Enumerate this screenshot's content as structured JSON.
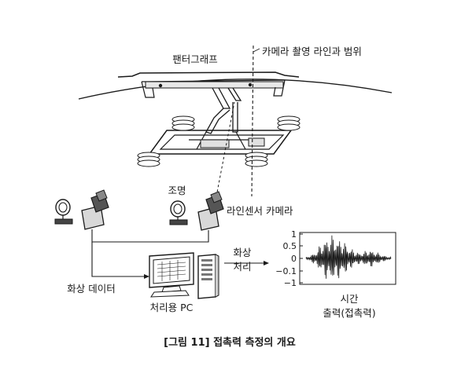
{
  "labels": {
    "pantograph": "팬터그래프",
    "camera_range": "카메라 촬영 라인과 범위",
    "lighting": "조명",
    "line_sensor_camera": "라인센서 카메라",
    "image_data": "화상 데이터",
    "processing_pc": "처리용 PC",
    "image_processing_line1": "화상",
    "image_processing_line2": "처리",
    "time": "시간",
    "contact_force_output": "출력(접촉력)"
  },
  "caption": "[그림 11] 접촉력 측정의 개요",
  "chart_data": {
    "type": "line",
    "title": "",
    "xlabel": "시간",
    "ylabel": "",
    "yticks": [
      "1",
      "0.5",
      "0",
      "−0.1",
      "−1"
    ],
    "ylim": [
      -1,
      1
    ],
    "description_series": [
      {
        "name": "",
        "envelope": [
          0.05,
          0.15,
          0.35,
          0.7,
          0.95,
          1.0,
          0.9,
          0.75,
          0.55,
          0.35,
          0.25,
          0.3,
          0.4,
          0.3,
          0.2,
          0.1,
          0.05
        ]
      }
    ]
  }
}
